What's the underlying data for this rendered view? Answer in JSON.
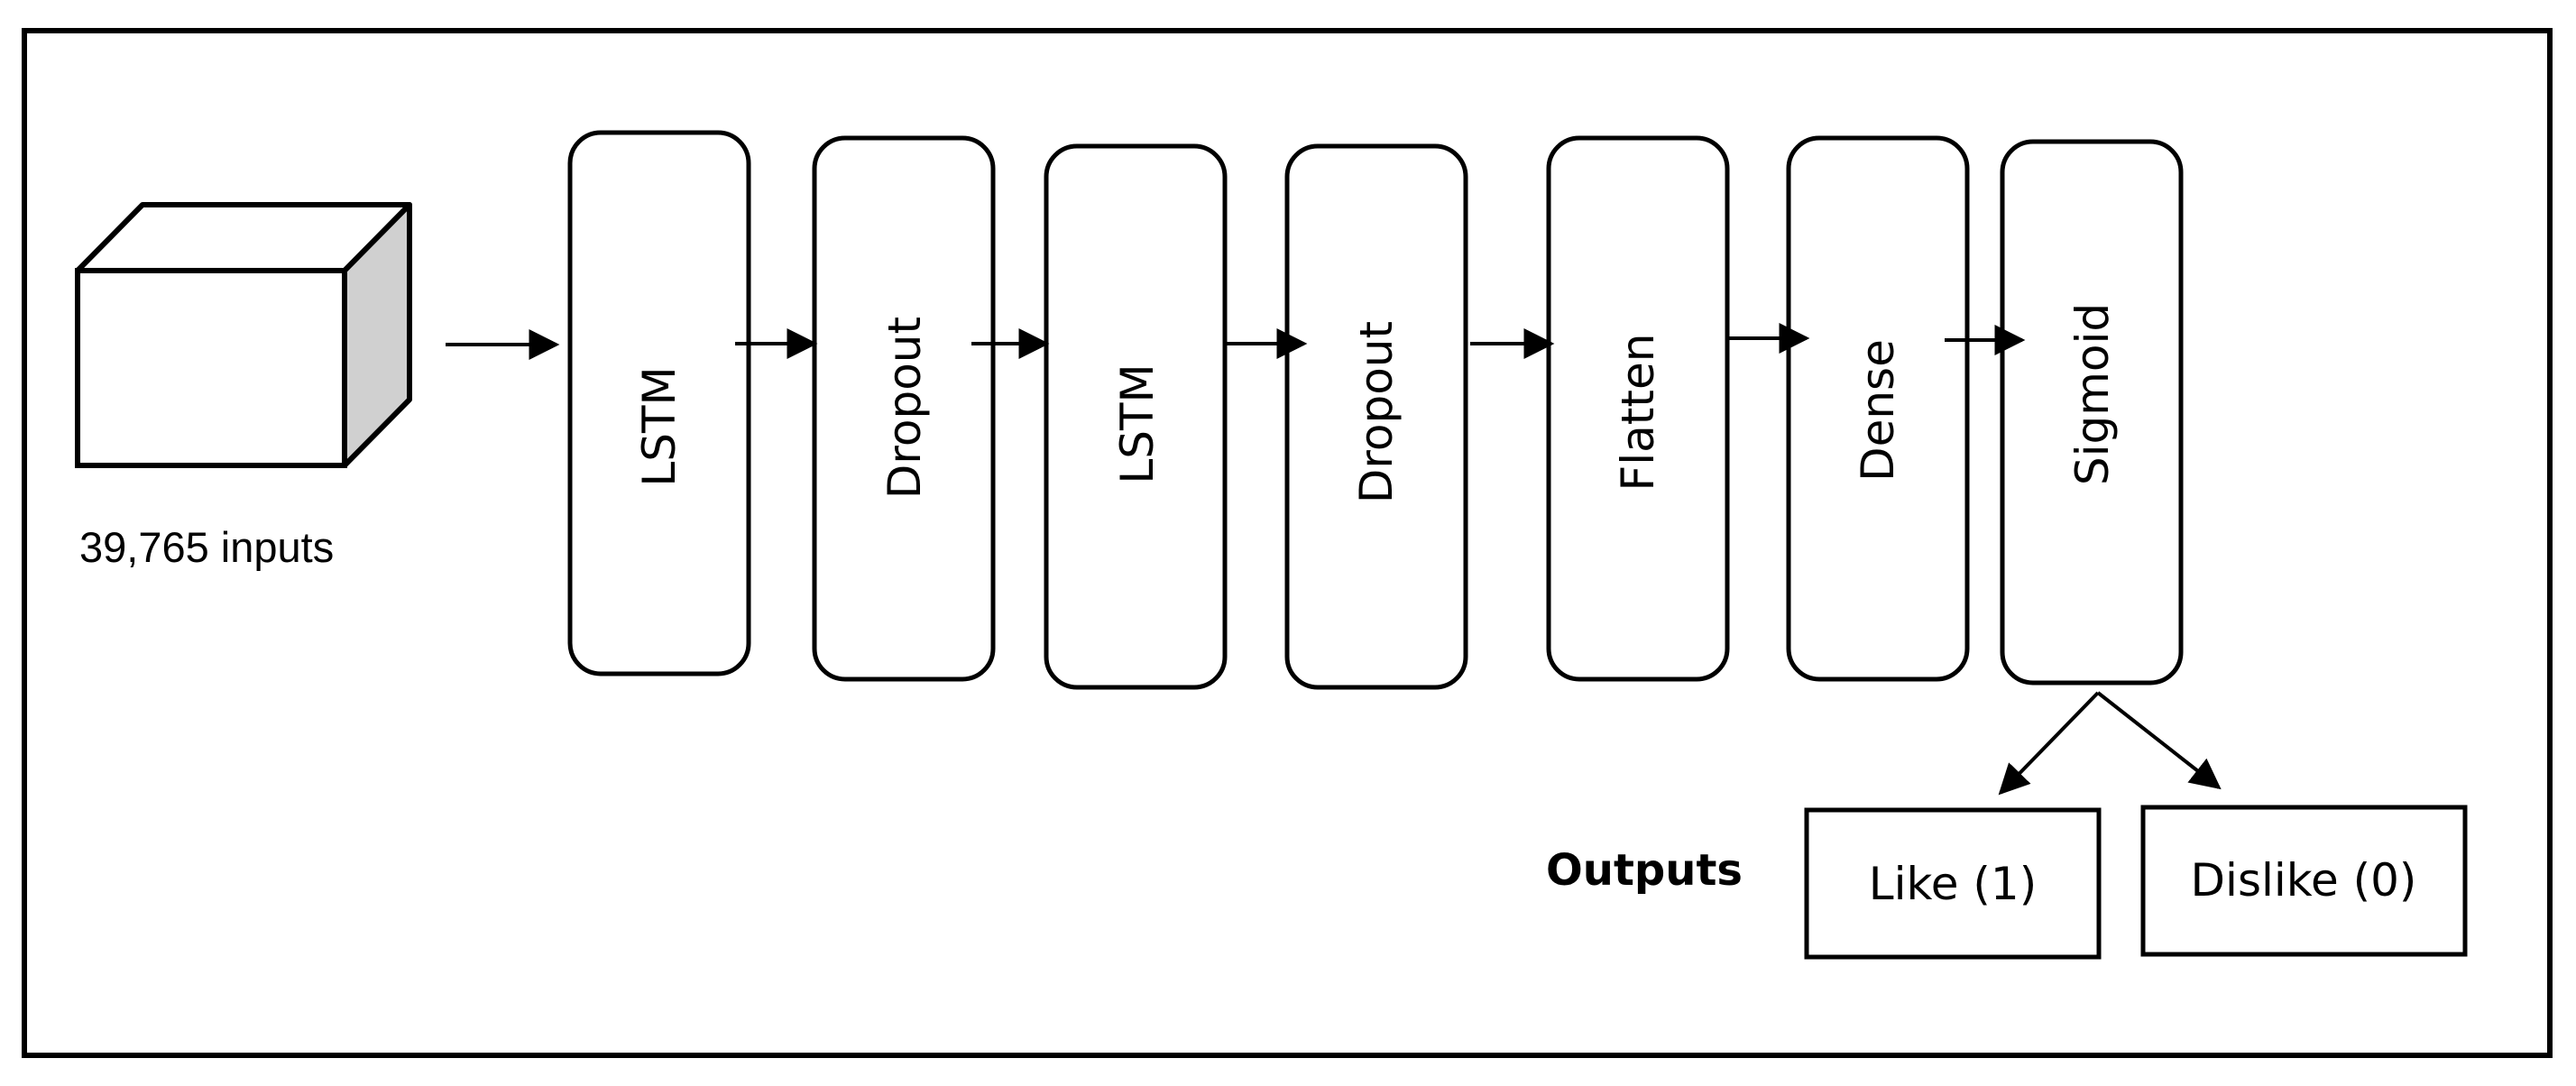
{
  "diagram": {
    "input": {
      "label": "39,765 inputs"
    },
    "layers": [
      {
        "id": "lstm-1",
        "label": "LSTM"
      },
      {
        "id": "dropout-1",
        "label": "Dropout"
      },
      {
        "id": "lstm-2",
        "label": "LSTM"
      },
      {
        "id": "dropout-2",
        "label": "Dropout"
      },
      {
        "id": "flatten",
        "label": "Flatten"
      },
      {
        "id": "dense",
        "label": "Dense"
      },
      {
        "id": "sigmoid",
        "label": "Sigmoid"
      }
    ],
    "outputs": {
      "title": "Outputs",
      "items": [
        {
          "id": "like",
          "label": "Like (1)"
        },
        {
          "id": "dislike",
          "label": "Dislike (0)"
        }
      ]
    }
  },
  "colors": {
    "stroke": "#000000",
    "background": "#ffffff",
    "cube_side": "#d0d0d0"
  }
}
